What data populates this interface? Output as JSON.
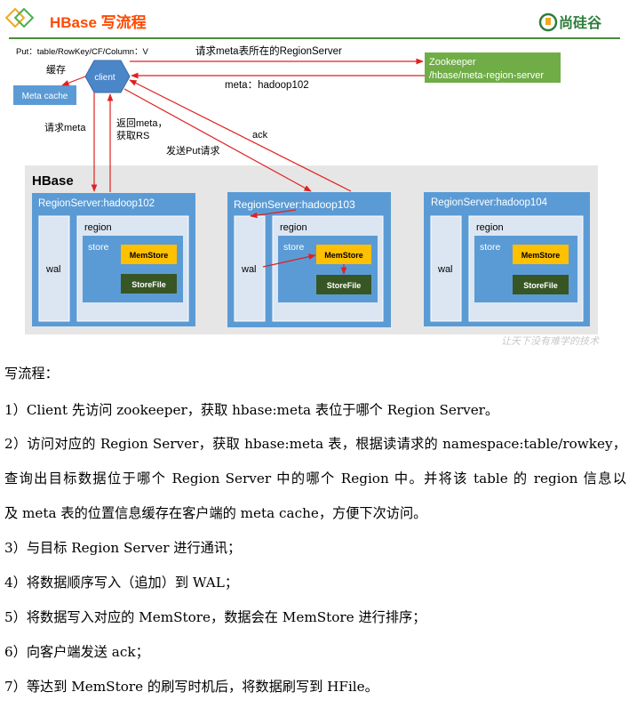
{
  "header": {
    "title": "HBase 写流程",
    "logo_text": "尚硅谷",
    "accent_color": "#ff4a00",
    "logo_color": "#2d7d3a"
  },
  "diagram": {
    "put_label": "Put：table/RowKey/CF/Column：V",
    "client_label": "client",
    "cache_label": "缓存",
    "meta_cache_label": "Meta cache",
    "zk_line1": "Zookeeper",
    "zk_line2": "/hbase/meta-region-server",
    "req_rs_label": "请求meta表所在的RegionServer",
    "meta_loc_label": "meta：hadoop102",
    "req_meta_label": "请求meta",
    "return_meta_line1": "返回meta，",
    "return_meta_line2": "获取RS",
    "ack_label": "ack",
    "send_put_label": "发送Put请求",
    "hbase_title": "HBase",
    "watermark": "让天下没有难学的技术",
    "region_servers": [
      {
        "name": "RegionServer:hadoop102",
        "wal": "wal",
        "region": "region",
        "store": "store",
        "memstore": "MemStore",
        "storefile": "StoreFile"
      },
      {
        "name": "RegionServer:hadoop103",
        "wal": "wal",
        "region": "region",
        "store": "store",
        "memstore": "MemStore",
        "storefile": "StoreFile"
      },
      {
        "name": "RegionServer:hadoop104",
        "wal": "wal",
        "region": "region",
        "store": "store",
        "memstore": "MemStore",
        "storefile": "StoreFile"
      }
    ],
    "colors": {
      "rs_blue": "#5b9bd5",
      "wal_fill": "#dbe6f2",
      "memstore": "#ffc000",
      "storefile": "#375623",
      "zookeeper": "#70ad47",
      "arrow_red": "#e02020",
      "hbase_bg": "#e7e6e6"
    }
  },
  "text": {
    "heading": "写流程：",
    "step1": "1）Client 先访问 zookeeper，获取 hbase:meta 表位于哪个 Region Server。",
    "step2_line1": "2）访问对应的 Region Server，获取 hbase:meta 表，根据读请求的 namespace:table/rowkey，",
    "step2_line2": "查询出目标数据位于哪个 Region Server 中的哪个 Region 中。并将该 table 的 region 信息以",
    "step2_line3": "及 meta 表的位置信息缓存在客户端的 meta cache，方便下次访问。",
    "step3": "3）与目标 Region Server 进行通讯；",
    "step4": "4）将数据顺序写入（追加）到 WAL；",
    "step5": "5）将数据写入对应的 MemStore，数据会在 MemStore 进行排序；",
    "step6": "6）向客户端发送 ack；",
    "step7": "7）等达到 MemStore 的刷写时机后，将数据刷写到 HFile。"
  }
}
